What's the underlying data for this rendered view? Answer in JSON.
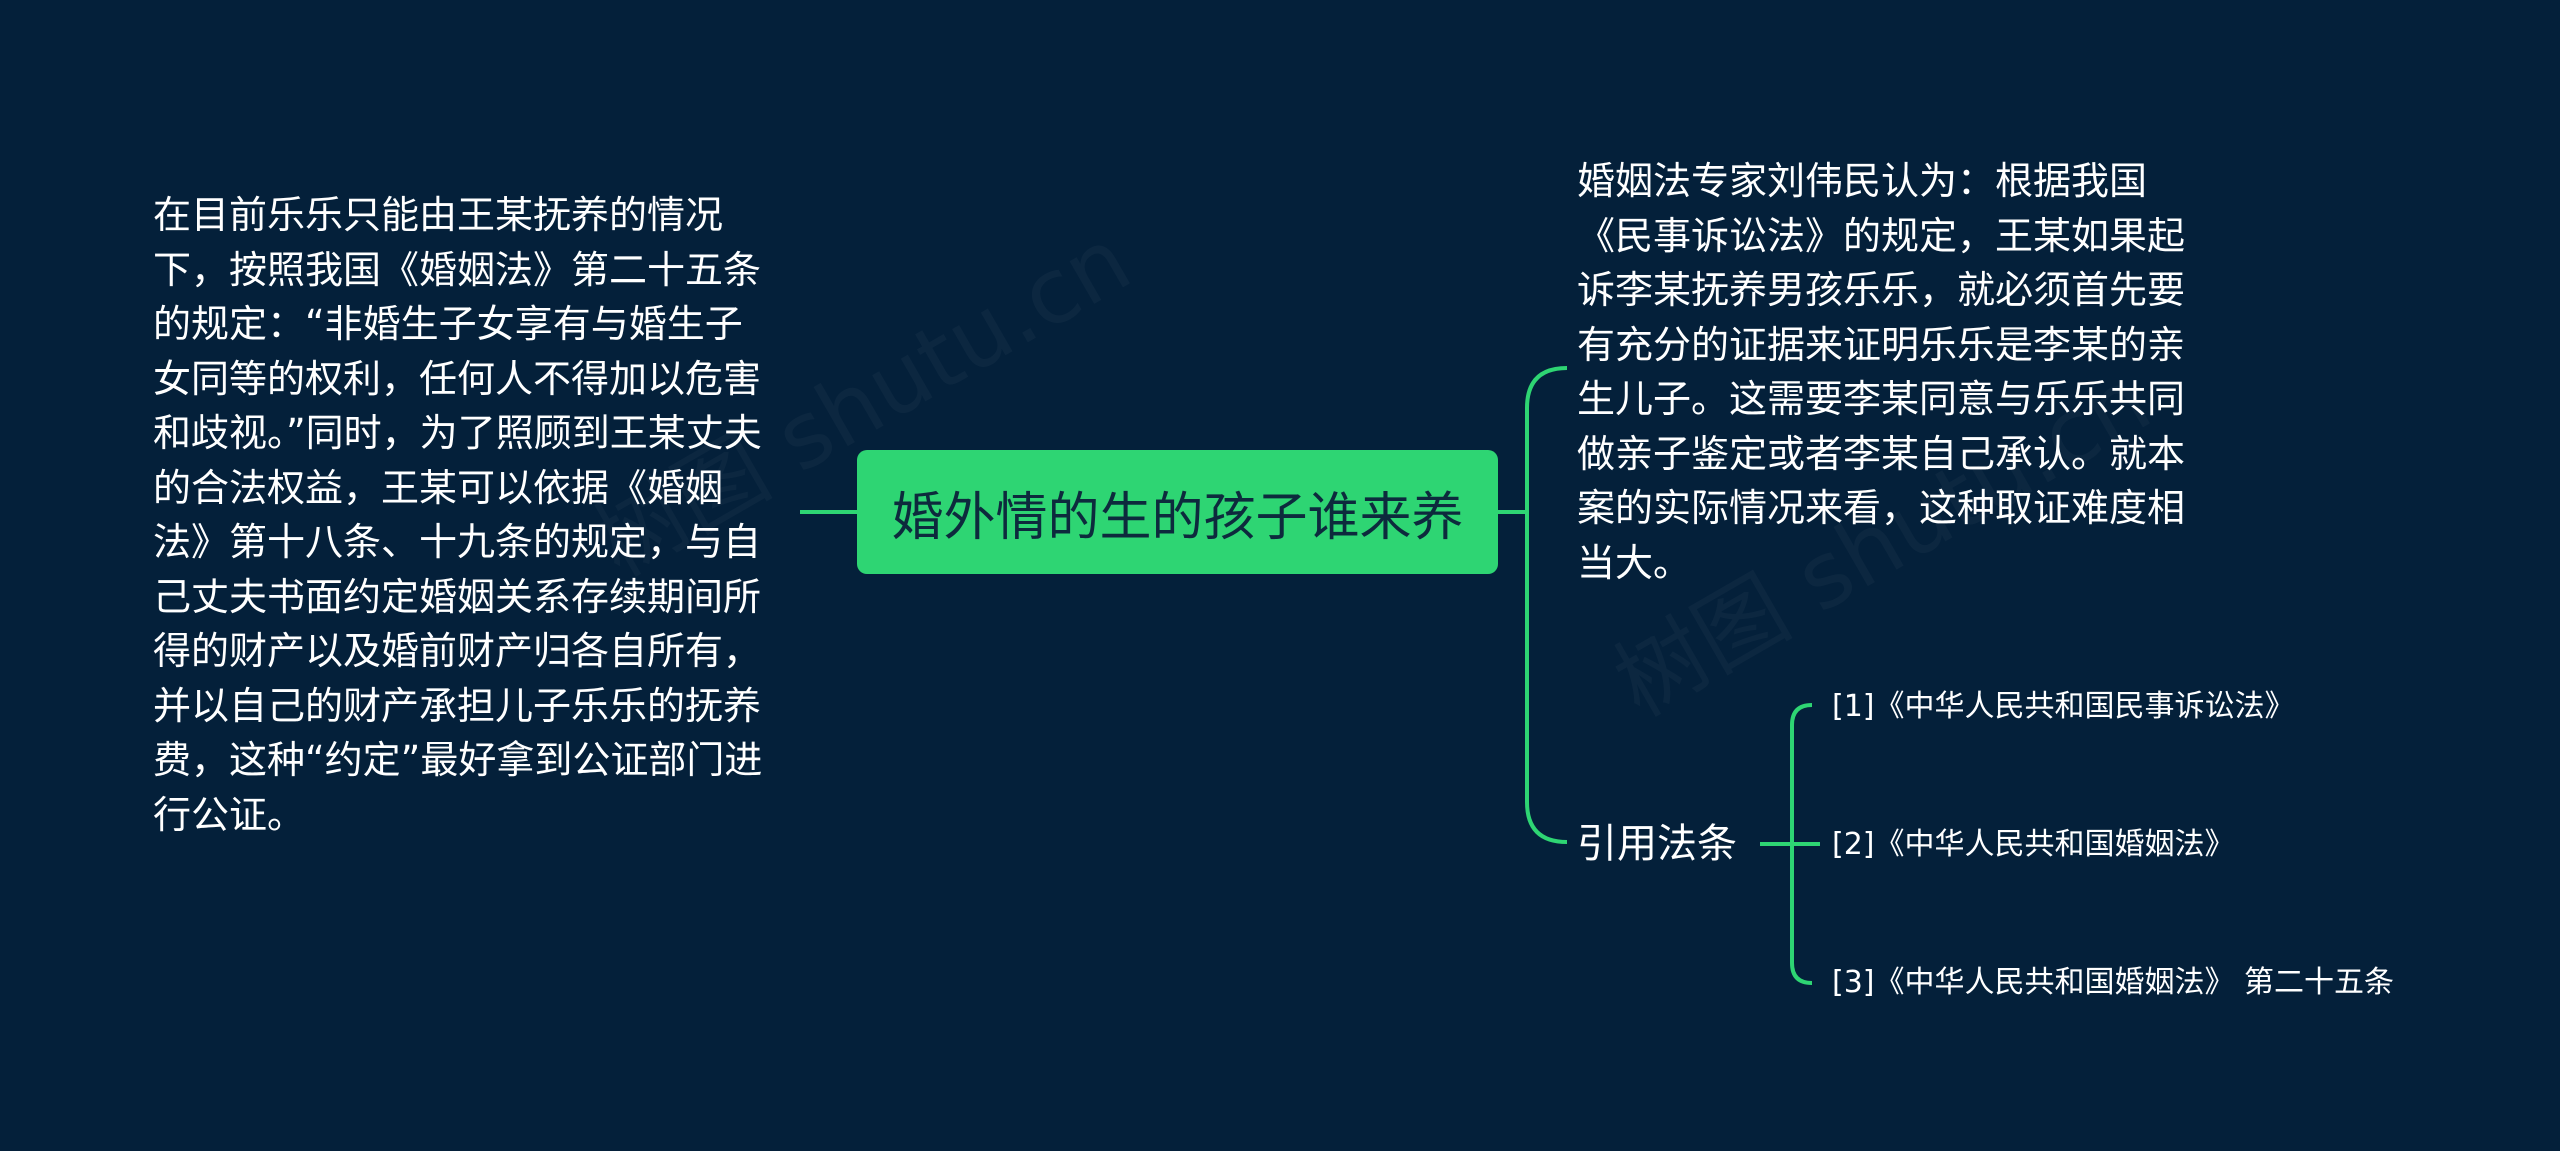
{
  "watermark": "树图 shutu.cn",
  "colors": {
    "background": "#04203a",
    "center_fill": "#2ed573",
    "connector": "#2ed573"
  },
  "center": {
    "title": "婚外情的生的孩子谁来养"
  },
  "left_node": {
    "text": "在目前乐乐只能由王某抚养的情况下，按照我国《婚姻法》第二十五条的规定：“非婚生子女享有与婚生子女同等的权利，任何人不得加以危害和歧视。”同时，为了照顾到王某丈夫的合法权益，王某可以依据《婚姻法》第十八条、十九条的规定，与自己丈夫书面约定婚姻关系存续期间所得的财产以及婚前财产归各自所有，并以自己的财产承担儿子乐乐的抚养费，这种“约定”最好拿到公证部门进行公证。"
  },
  "right_node": {
    "text": "婚姻法专家刘伟民认为：根据我国《民事诉讼法》的规定，王某如果起诉李某抚养男孩乐乐，就必须首先要有充分的证据来证明乐乐是李某的亲生儿子。这需要李某同意与乐乐共同做亲子鉴定或者李某自己承认。就本案的实际情况来看，这种取证难度相当大。"
  },
  "references": {
    "label": "引用法条",
    "items": [
      "[1]《中华人民共和国民事诉讼法》",
      "[2]《中华人民共和国婚姻法》",
      "[3]《中华人民共和国婚姻法》 第二十五条"
    ]
  }
}
